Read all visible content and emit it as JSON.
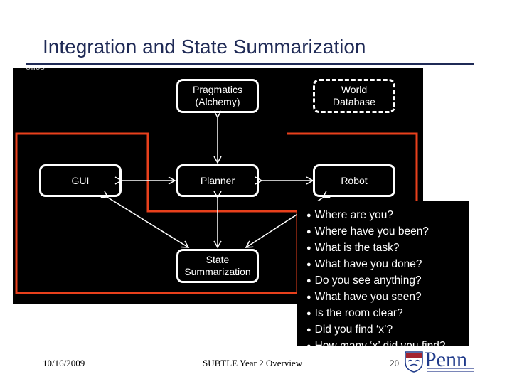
{
  "slide": {
    "title": "Integration and State Summarization",
    "cut_text": "ofics"
  },
  "diagram": {
    "nodes": {
      "pragmatics": [
        "Pragmatics",
        "(Alchemy)"
      ],
      "world_database": [
        "World",
        "Database"
      ],
      "gui": [
        "GUI"
      ],
      "planner": [
        "Planner"
      ],
      "robot": [
        "Robot"
      ],
      "state_summarization": [
        "State",
        "Summarization"
      ]
    },
    "colors": {
      "background": "#000000",
      "box": "#ffffff",
      "highlight": "#e8401c"
    }
  },
  "questions": [
    "Where are you?",
    "Where have you been?",
    "What is the task?",
    "What have you done?",
    "Do you see anything?",
    "What have you seen?",
    "Is the room clear?",
    "Did you find ‘x’?",
    "How many ‘x’ did you find?"
  ],
  "footer": {
    "date": "10/16/2009",
    "center": "SUBTLE Year 2 Overview",
    "page": "20"
  },
  "logo": {
    "text": "Penn",
    "brand_color": "#1f3a8a"
  }
}
